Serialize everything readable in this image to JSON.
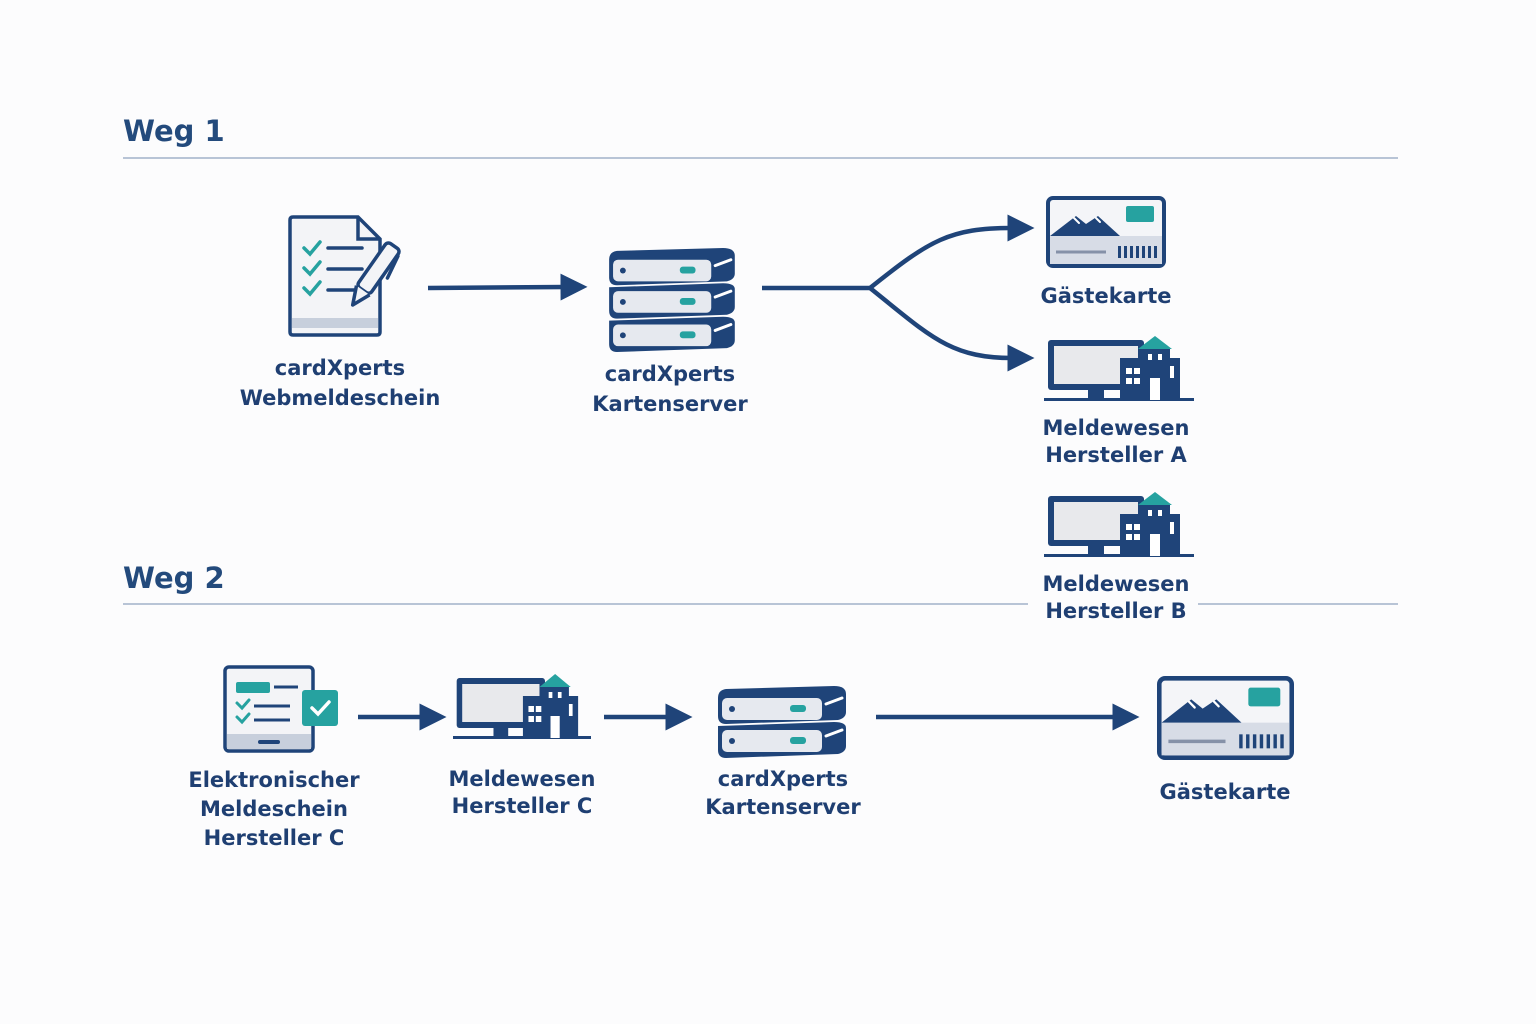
{
  "colors": {
    "navy": "#1f4479",
    "teal": "#26a2a0",
    "light_panel": "#e6e9ef",
    "rule": "#b8c4d6"
  },
  "weg1": {
    "title": "Weg 1",
    "nodes": [
      {
        "id": "webmeldeschein",
        "icon": "form-with-pen-icon",
        "lines": [
          "cardXperts",
          "Webmeldeschein"
        ]
      },
      {
        "id": "kartenserver",
        "icon": "server-stack-icon",
        "lines": [
          "cardXperts",
          "Kartenserver"
        ]
      },
      {
        "id": "gaestekarte",
        "icon": "guest-card-icon",
        "lines": [
          "Gästekarte"
        ]
      },
      {
        "id": "meldewesen-a",
        "icon": "computer-building-icon",
        "lines": [
          "Meldewesen",
          "Hersteller A"
        ]
      },
      {
        "id": "meldewesen-b",
        "icon": "computer-building-icon",
        "lines": [
          "Meldewesen",
          "Hersteller B"
        ]
      }
    ],
    "edges": [
      {
        "from": "webmeldeschein",
        "to": "kartenserver"
      },
      {
        "from": "kartenserver",
        "to": "gaestekarte"
      },
      {
        "from": "kartenserver",
        "to": "meldewesen-a"
      }
    ]
  },
  "weg2": {
    "title": "Weg 2",
    "nodes": [
      {
        "id": "elektronischer-meldeschein",
        "icon": "tablet-form-check-icon",
        "lines": [
          "Elektronischer",
          "Meldeschein",
          "Hersteller C"
        ]
      },
      {
        "id": "meldewesen-c",
        "icon": "computer-building-icon",
        "lines": [
          "Meldewesen",
          "Hersteller C"
        ]
      },
      {
        "id": "kartenserver-2",
        "icon": "server-stack-icon",
        "lines": [
          "cardXperts",
          "Kartenserver"
        ]
      },
      {
        "id": "gaestekarte-2",
        "icon": "guest-card-icon",
        "lines": [
          "Gästekarte"
        ]
      }
    ],
    "edges": [
      {
        "from": "elektronischer-meldeschein",
        "to": "meldewesen-c"
      },
      {
        "from": "meldewesen-c",
        "to": "kartenserver-2"
      },
      {
        "from": "kartenserver-2",
        "to": "gaestekarte-2"
      }
    ]
  }
}
